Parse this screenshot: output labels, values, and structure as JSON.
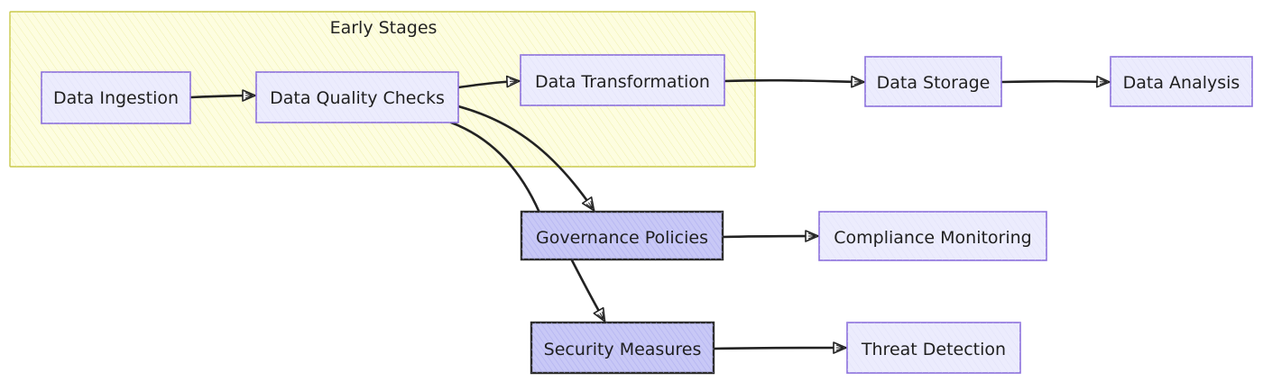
{
  "cluster": {
    "label": "Early Stages"
  },
  "nodes": {
    "ingestion": "Data Ingestion",
    "quality": "Data Quality Checks",
    "transformation": "Data Transformation",
    "storage": "Data Storage",
    "analysis": "Data Analysis",
    "governance": "Governance Policies",
    "compliance": "Compliance Monitoring",
    "security": "Security Measures",
    "threat": "Threat Detection"
  },
  "colors": {
    "cluster_fill": "#fdfde0",
    "cluster_stroke": "#c9c94a",
    "node_fill": "#ececfd",
    "node_stroke": "#8b6fdc",
    "highlight_fill": "#c8c8f6",
    "edge": "#222222"
  }
}
